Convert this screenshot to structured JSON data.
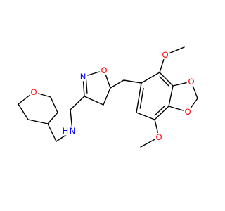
{
  "molecule": {
    "colors": {
      "bond": "#000000",
      "carbon": "#000000",
      "oxygen": "#ff0000",
      "nitrogen": "#0000ff"
    },
    "atom_labels": {
      "o_ome_top": "O",
      "o_diox_top": "O",
      "o_diox_bottom": "O",
      "o_ome_bottom": "O",
      "o_isox": "O",
      "n_isox": "N",
      "n_amine": "N",
      "h_amine": "H",
      "o_oxane": "O"
    }
  }
}
